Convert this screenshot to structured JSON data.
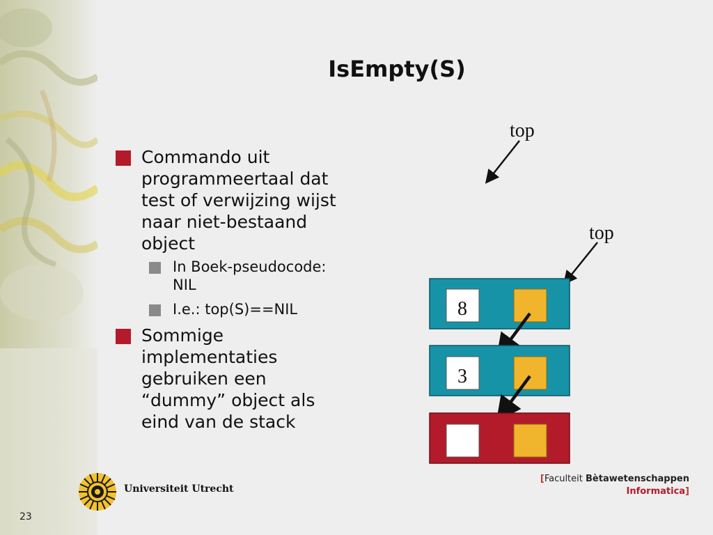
{
  "slide": {
    "title": "IsEmpty(S)",
    "page_number": "23"
  },
  "bullets": [
    {
      "lines": [
        "Commando uit",
        "programmeertaal dat",
        "test of verwijzing wijst",
        "naar niet-bestaand",
        "object"
      ]
    },
    {
      "lines": [
        "Sommige",
        "implementaties",
        "gebruiken een",
        "“dummy” object als",
        "eind van de stack"
      ]
    }
  ],
  "sub_bullets": [
    {
      "lines": [
        "In Boek-pseudocode:",
        "NIL"
      ]
    },
    {
      "lines": [
        "I.e.: top(S)==NIL"
      ]
    }
  ],
  "diagram": {
    "top_label_empty": "top",
    "top_label_stack": "top",
    "nodes": [
      {
        "value": "8",
        "color": "#1793a8"
      },
      {
        "value": "3",
        "color": "#1793a8"
      },
      {
        "value": "",
        "color": "#b31b2b"
      }
    ],
    "pointer_color": "#f0b52c"
  },
  "footer": {
    "university": "Universiteit Utrecht",
    "bracket_open": "[",
    "faculty_prefix": "Faculteit",
    "faculty_name": "Bètawetenschappen",
    "department": "Informatica",
    "bracket_close": "]"
  }
}
